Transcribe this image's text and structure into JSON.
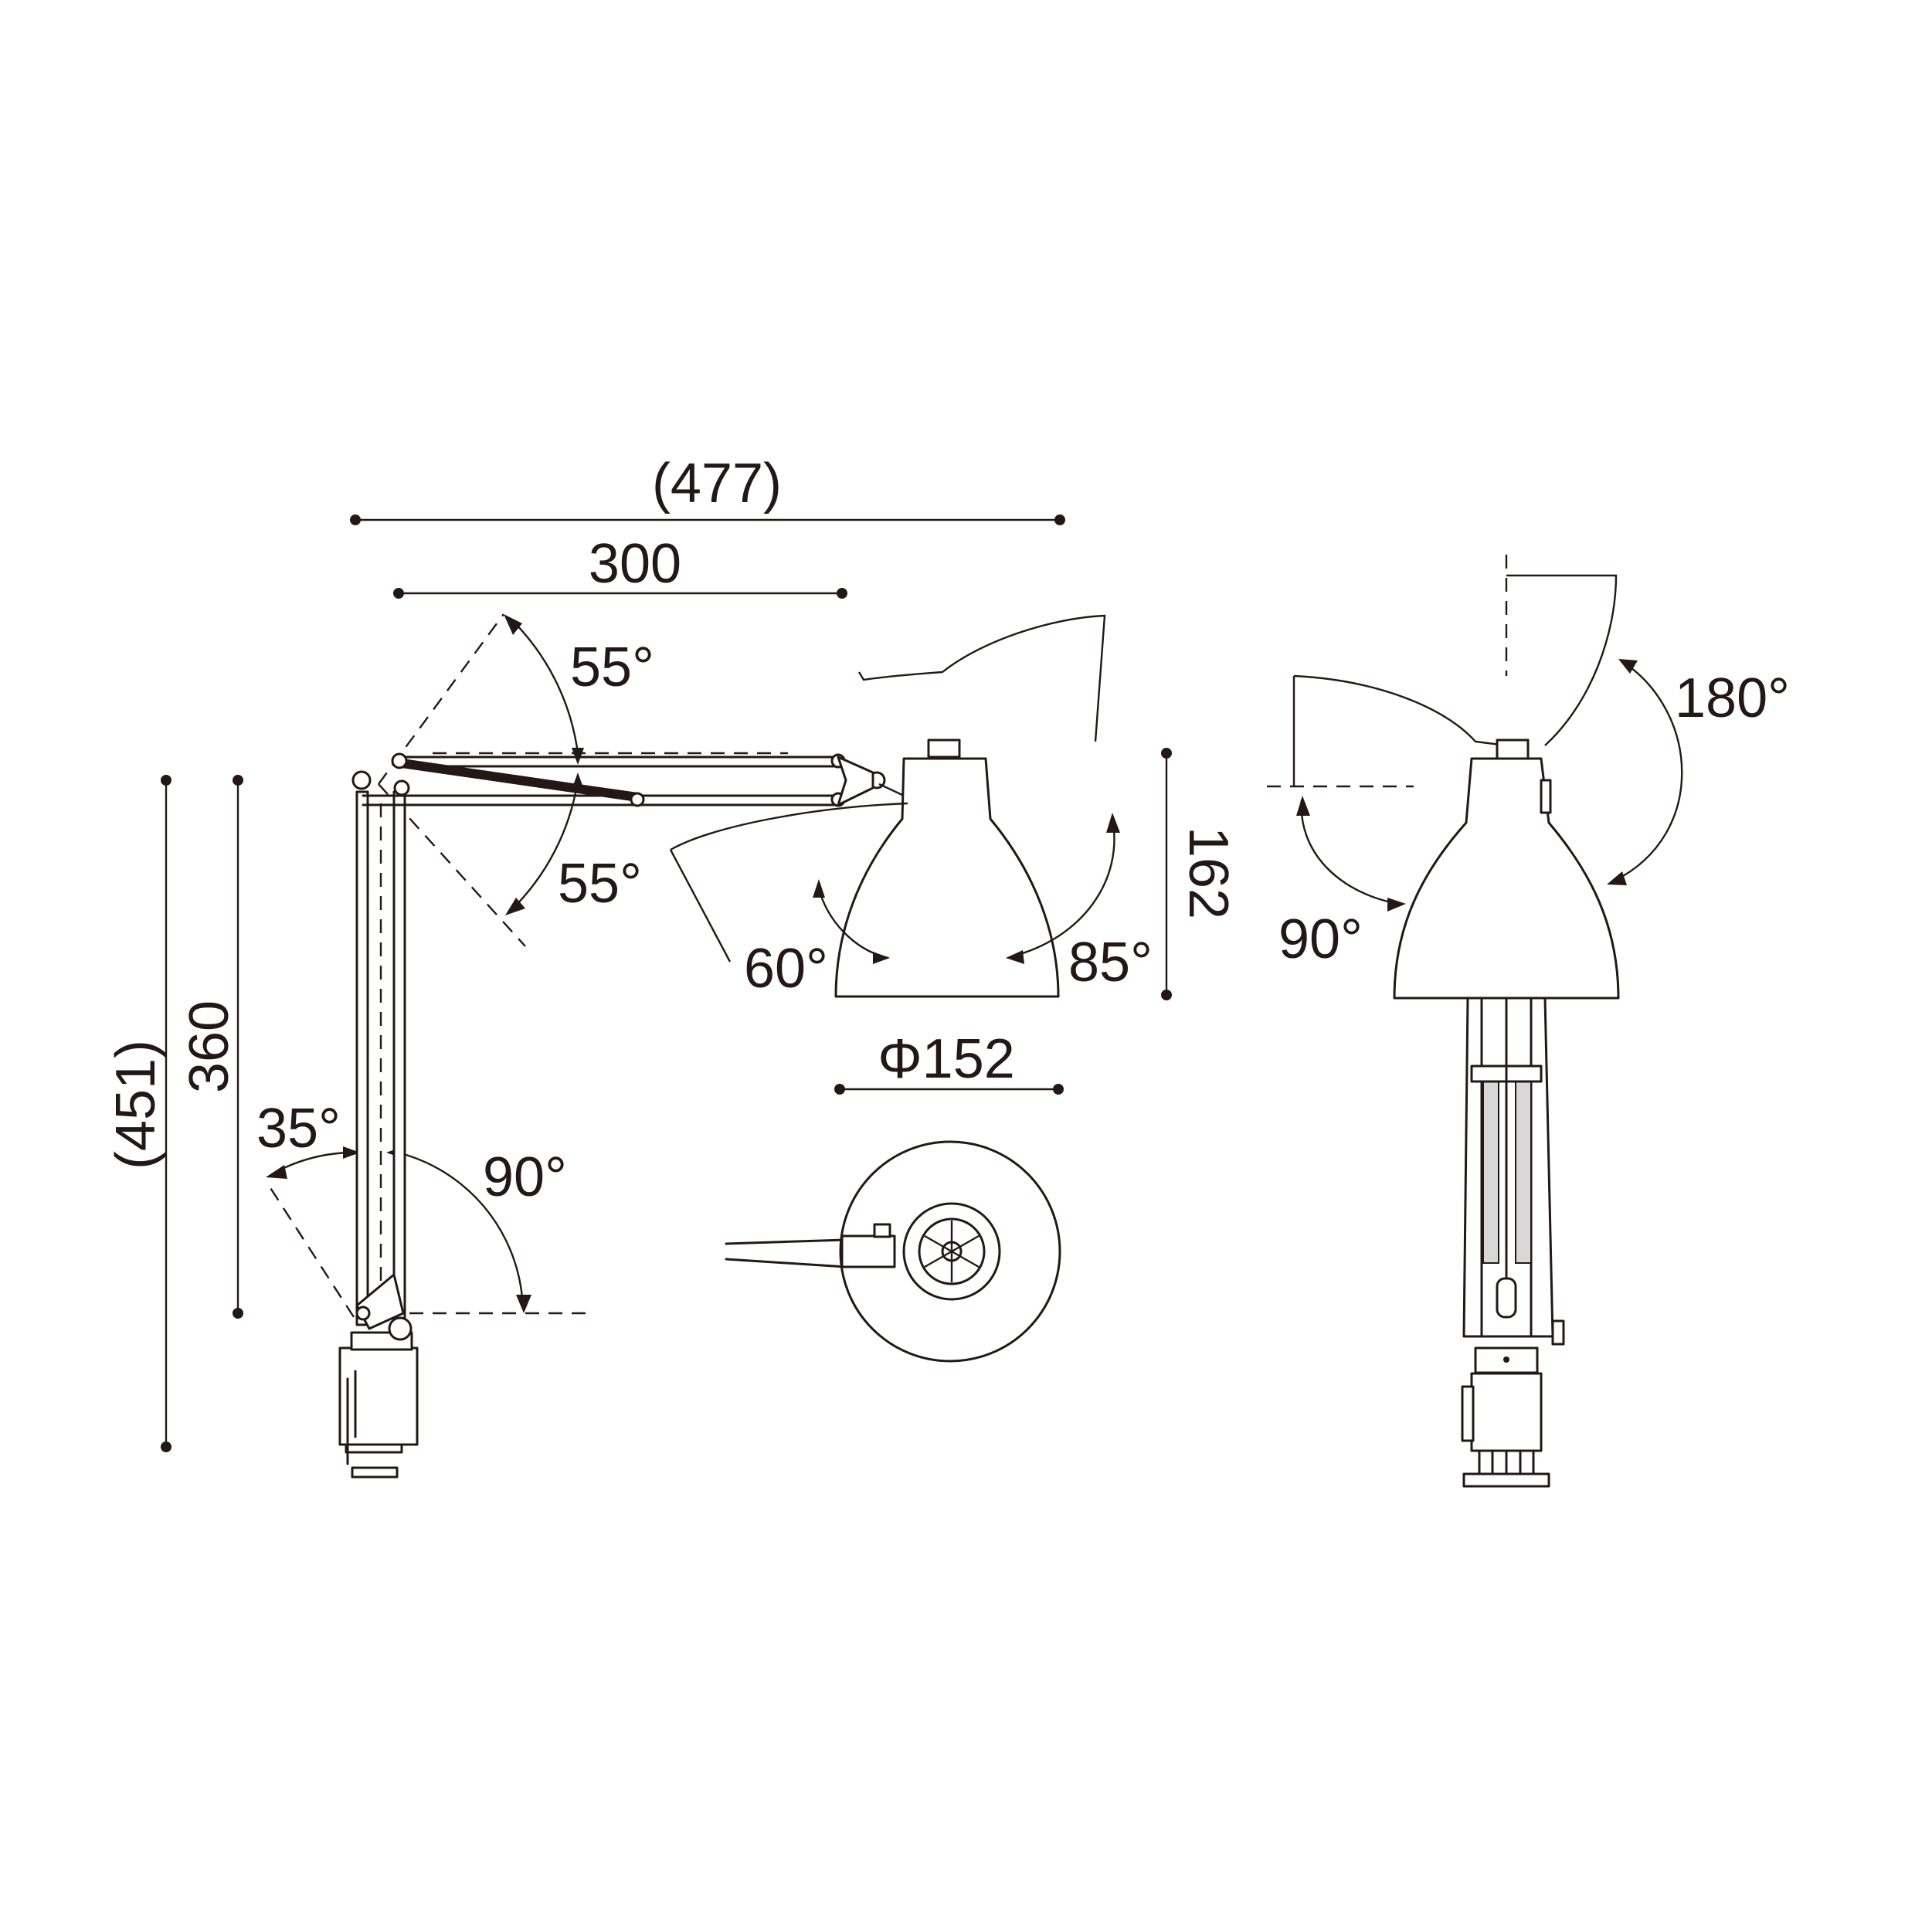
{
  "dimensions": {
    "total_reach": "(477)",
    "arm_length": "300",
    "arm_angle_up": "55°",
    "arm_angle_down": "55°",
    "total_height": "(451)",
    "pole_height": "360",
    "pole_tilt_back": "35°",
    "pole_tilt_forward": "90°",
    "shade_tilt_back": "60°",
    "shade_tilt_forward": "85°",
    "shade_height": "162",
    "shade_diameter": "Φ152",
    "shade_swivel": "180°",
    "shade_swivel_side": "90°"
  },
  "colors": {
    "line": "#231815",
    "background": "#ffffff"
  }
}
